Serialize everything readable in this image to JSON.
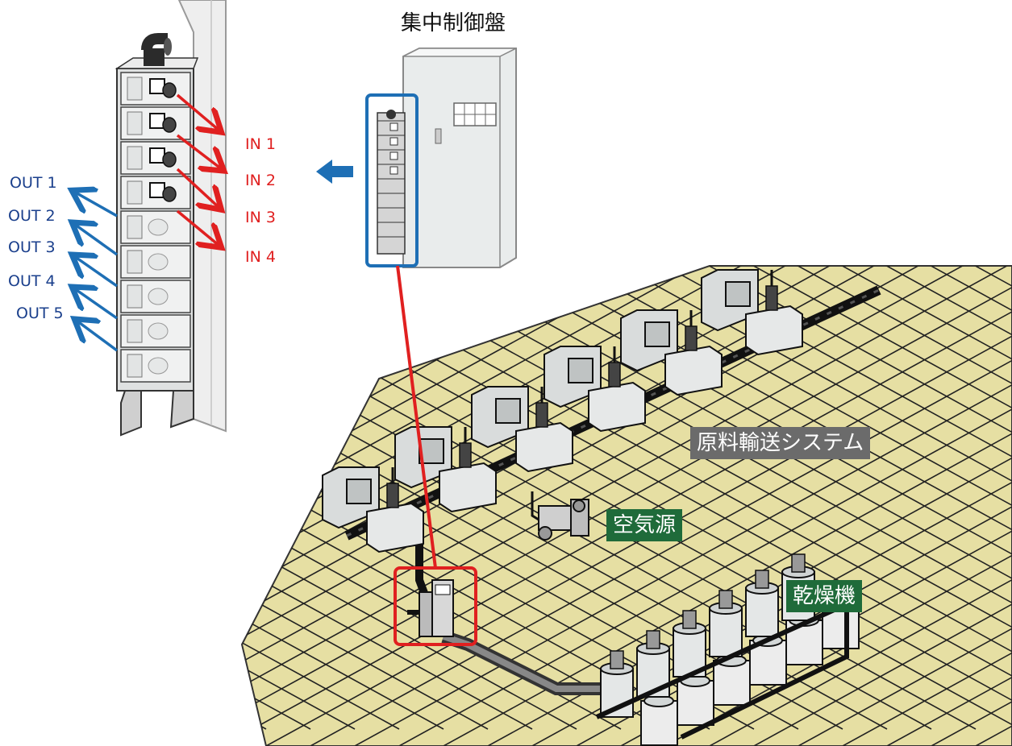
{
  "panel_title": "集中制御盤",
  "inputs": [
    "IN 1",
    "IN 2",
    "IN 3",
    "IN 4"
  ],
  "outputs": [
    "OUT 1",
    "OUT 2",
    "OUT 3",
    "OUT 4",
    "OUT 5"
  ],
  "tags": {
    "conveying": "原料輸送システム",
    "air_source": "空気源",
    "dryer": "乾燥機"
  },
  "colors": {
    "input_arrow": "#e02020",
    "output_arrow": "#1e6fb5",
    "highlight_blue": "#1e6fb5",
    "highlight_red": "#e02020",
    "floor": "#e6dfa3",
    "tag_gray": "#6b6b6b",
    "tag_green": "#1f6b3a"
  }
}
